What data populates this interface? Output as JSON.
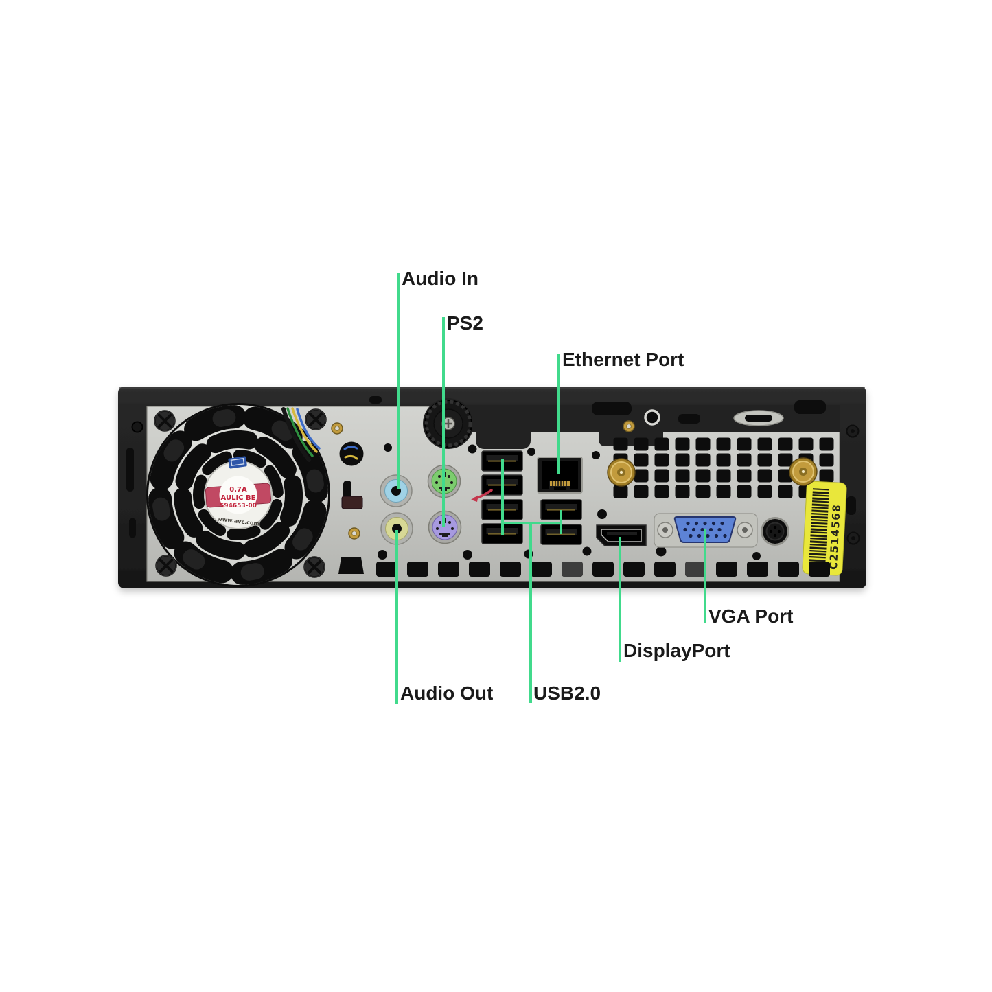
{
  "scene": {
    "background": "#ffffff",
    "description": "Rear panel photo of an ultra-small-form-factor desktop PC with green callout lines labeling each port"
  },
  "callouts": {
    "items": [
      {
        "id": "audio-in",
        "label": "Audio In"
      },
      {
        "id": "ps2",
        "label": "PS2"
      },
      {
        "id": "ethernet",
        "label": "Ethernet Port"
      },
      {
        "id": "vga",
        "label": "VGA Port"
      },
      {
        "id": "displayport",
        "label": "DisplayPort"
      },
      {
        "id": "audio-out",
        "label": "Audio Out"
      },
      {
        "id": "usb",
        "label": "USB2.0"
      }
    ]
  },
  "device": {
    "fan_hub_label": {
      "current_rating": "0.7A",
      "text_fragment": "AULIC BE",
      "part_number": "594653-00",
      "brand_url": "www.avc.com"
    },
    "service_tag": {
      "text": "C2514568"
    }
  },
  "colors": {
    "background": "#ffffff",
    "ann_line": "#41da8c",
    "ann_text": "#1a1a1a",
    "chassis": "#232323",
    "panel": "#c6c7c3",
    "jack_in": "#9fd2e6",
    "jack_out": "#d7d895",
    "ps2_green": "#7ccd6e",
    "ps2_purple": "#a79ae0",
    "vga_blue": "#5d83d6",
    "gold": "#c29b3e",
    "sticker": "#e9e73b",
    "led": "#46a846",
    "red_mark": "#c4374d",
    "label_band": "#c14a63",
    "label_text_red": "#c2233a"
  }
}
